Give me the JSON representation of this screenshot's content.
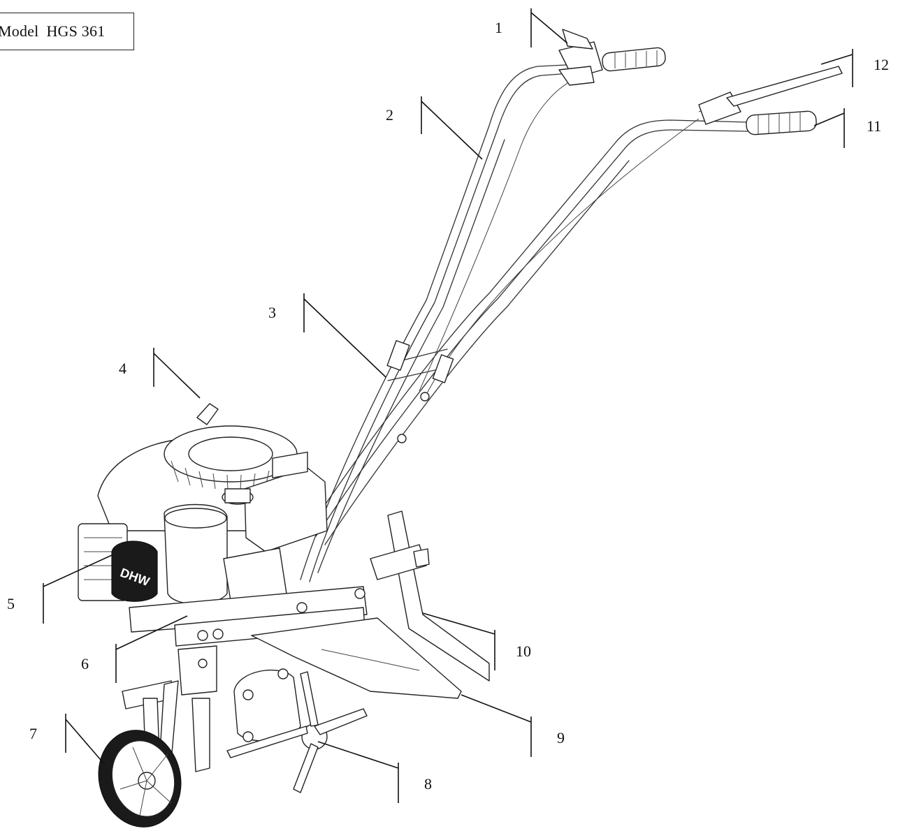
{
  "model_label": {
    "prefix": "Model",
    "name": "HGS 361"
  },
  "engine_brand_text": "DHW",
  "callouts": [
    {
      "id": 1,
      "label": "1"
    },
    {
      "id": 2,
      "label": "2"
    },
    {
      "id": 3,
      "label": "3"
    },
    {
      "id": 4,
      "label": "4"
    },
    {
      "id": 5,
      "label": "5"
    },
    {
      "id": 6,
      "label": "6"
    },
    {
      "id": 7,
      "label": "7"
    },
    {
      "id": 8,
      "label": "8"
    },
    {
      "id": 9,
      "label": "9"
    },
    {
      "id": 10,
      "label": "10"
    },
    {
      "id": 11,
      "label": "11"
    },
    {
      "id": 12,
      "label": "12"
    }
  ]
}
